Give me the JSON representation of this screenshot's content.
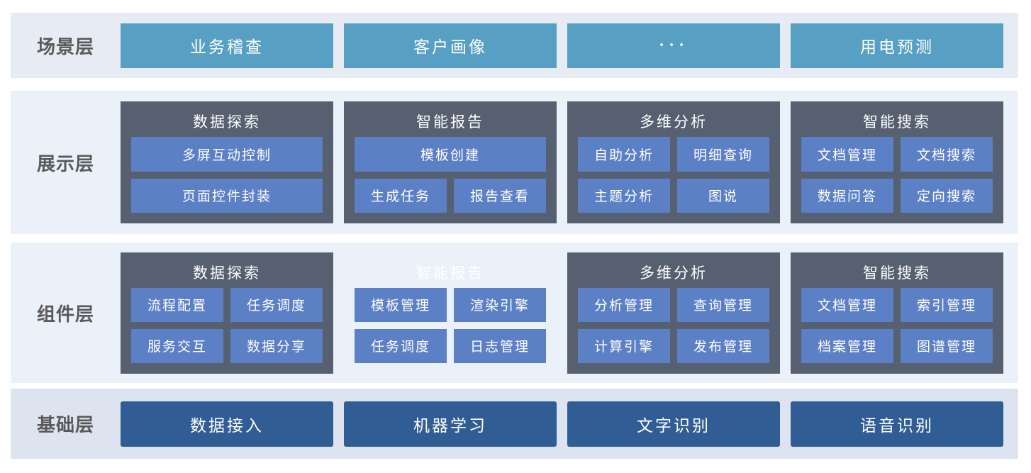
{
  "colors": {
    "scene_band_bg": "#E7EBF3",
    "middle_band_bg": "#EAF1F9",
    "base_band_bg": "#DDE4F0",
    "scene_box": "#57A0C4",
    "group_container": "#566070",
    "item_box": "#5C80C6",
    "base_box": "#2F5D94",
    "layer_label_text": "#595959",
    "box_text": "#FFFFFF"
  },
  "layers": [
    {
      "label": "场景层",
      "boxes": [
        "业务稽查",
        "客户画像",
        "···",
        "用电预测"
      ]
    },
    {
      "label": "展示层",
      "groups": [
        {
          "title": "数据探索",
          "items": [
            "多屏互动控制",
            "页面控件封装"
          ]
        },
        {
          "title": "智能报告",
          "items": [
            "模板创建",
            "生成任务",
            "报告查看"
          ]
        },
        {
          "title": "多维分析",
          "items": [
            "自助分析",
            "明细查询",
            "主题分析",
            "图说"
          ]
        },
        {
          "title": "智能搜索",
          "items": [
            "文档管理",
            "文档搜索",
            "数据问答",
            "定向搜索"
          ]
        }
      ]
    },
    {
      "label": "组件层",
      "groups": [
        {
          "title": "数据探索",
          "items": [
            "流程配置",
            "任务调度",
            "服务交互",
            "数据分享"
          ]
        },
        {
          "title": "智能报告",
          "items": [
            "模板管理",
            "渲染引擎",
            "任务调度",
            "日志管理"
          ]
        },
        {
          "title": "多维分析",
          "items": [
            "分析管理",
            "查询管理",
            "计算引擎",
            "发布管理"
          ]
        },
        {
          "title": "智能搜索",
          "items": [
            "文档管理",
            "索引管理",
            "档案管理",
            "图谱管理"
          ]
        }
      ]
    },
    {
      "label": "基础层",
      "boxes": [
        "数据接入",
        "机器学习",
        "文字识别",
        "语音识别"
      ]
    }
  ]
}
